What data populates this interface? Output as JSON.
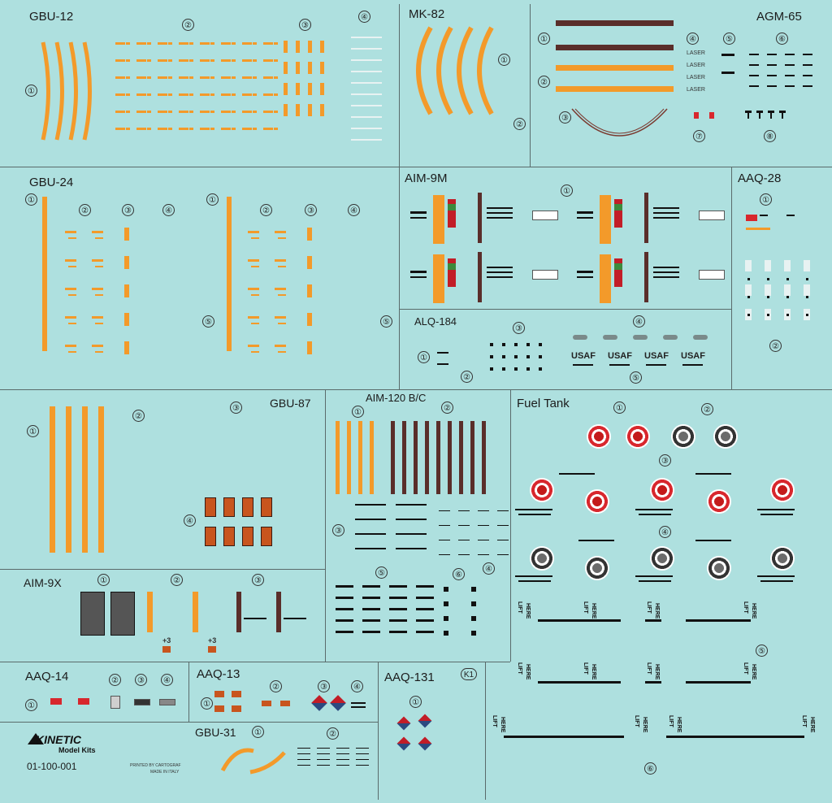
{
  "sheet": {
    "sections": {
      "gbu12": "GBU-12",
      "mk82": "MK-82",
      "agm65": "AGM-65",
      "gbu24": "GBU-24",
      "aim9m": "AIM-9M",
      "aaq28": "AAQ-28",
      "alq184": "ALQ-184",
      "gbu87": "GBU-87",
      "aim120": "AIM-120 B/C",
      "fueltank": "Fuel Tank",
      "aim9x": "AIM-9X",
      "aaq14": "AAQ-14",
      "aaq13": "AAQ-13",
      "aaq131": "AAQ-131",
      "gbu31": "GBU-31"
    },
    "numbers": [
      "①",
      "②",
      "③",
      "④",
      "⑤",
      "⑥",
      "⑦",
      "⑧"
    ],
    "k1": "K1",
    "laser": "LASER",
    "usaf": "USAF",
    "lift": "LIFT",
    "here": "HERE",
    "brand": {
      "name": "KINETIC",
      "sub": "Model Kits"
    },
    "part_number": "01-100-001",
    "printed_by": "PRINTED BY CARTOGRAF",
    "made_in": "MADE IN ITALY",
    "plus3": "+3"
  }
}
